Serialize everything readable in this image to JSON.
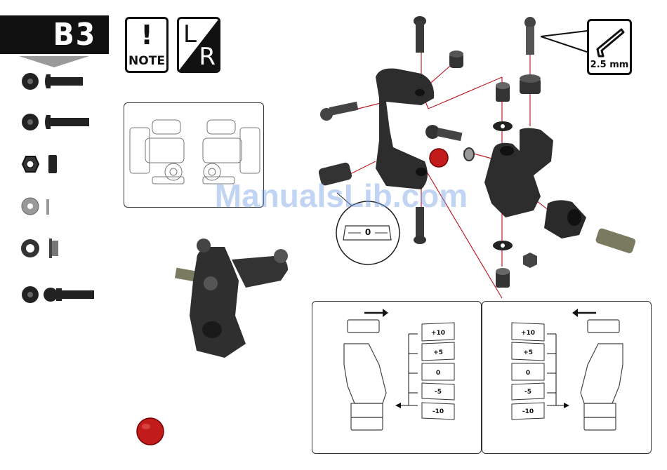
{
  "step": {
    "number": "B3"
  },
  "badges": {
    "note_symbol": "!",
    "note_label": "NOTE",
    "left_label": "L",
    "right_label": "R"
  },
  "tool": {
    "size_label": "2.5 mm"
  },
  "adjust_left": {
    "shim_labels": [
      "+10",
      "+5",
      "0",
      "-5",
      "-10"
    ]
  },
  "adjust_right": {
    "shim_labels": [
      "+10",
      "+5",
      "0",
      "-5",
      "-10"
    ]
  },
  "callout": {
    "center_label": "0"
  },
  "watermark": {
    "text": "ManualsLib.com"
  },
  "colors": {
    "header": "#111111",
    "accent_red": "#c21b1b",
    "part_dark": "#2a2a2a",
    "leader_line": "#c0202a"
  }
}
